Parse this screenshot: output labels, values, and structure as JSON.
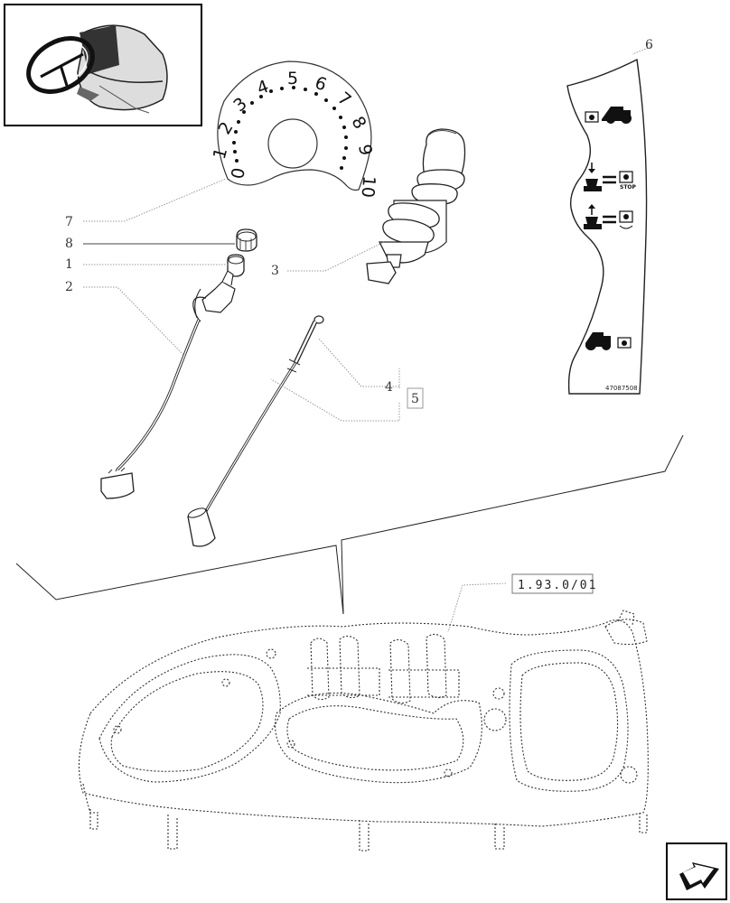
{
  "callouts": {
    "c7": "7",
    "c8": "8",
    "c1": "1",
    "c2": "2",
    "c3": "3",
    "c4": "4",
    "c5": "5",
    "c6": "6"
  },
  "dial": {
    "numbers": [
      "0",
      "1",
      "2",
      "3",
      "4",
      "5",
      "6",
      "7",
      "8",
      "9",
      "10"
    ]
  },
  "decal": {
    "stop_label": "STOP",
    "code": "47087508"
  },
  "reference": {
    "label": "1.93.0/01"
  },
  "icons": {
    "thumbnail": "tractor-steering-console-icon",
    "nav": "next-page-arrow-icon"
  }
}
